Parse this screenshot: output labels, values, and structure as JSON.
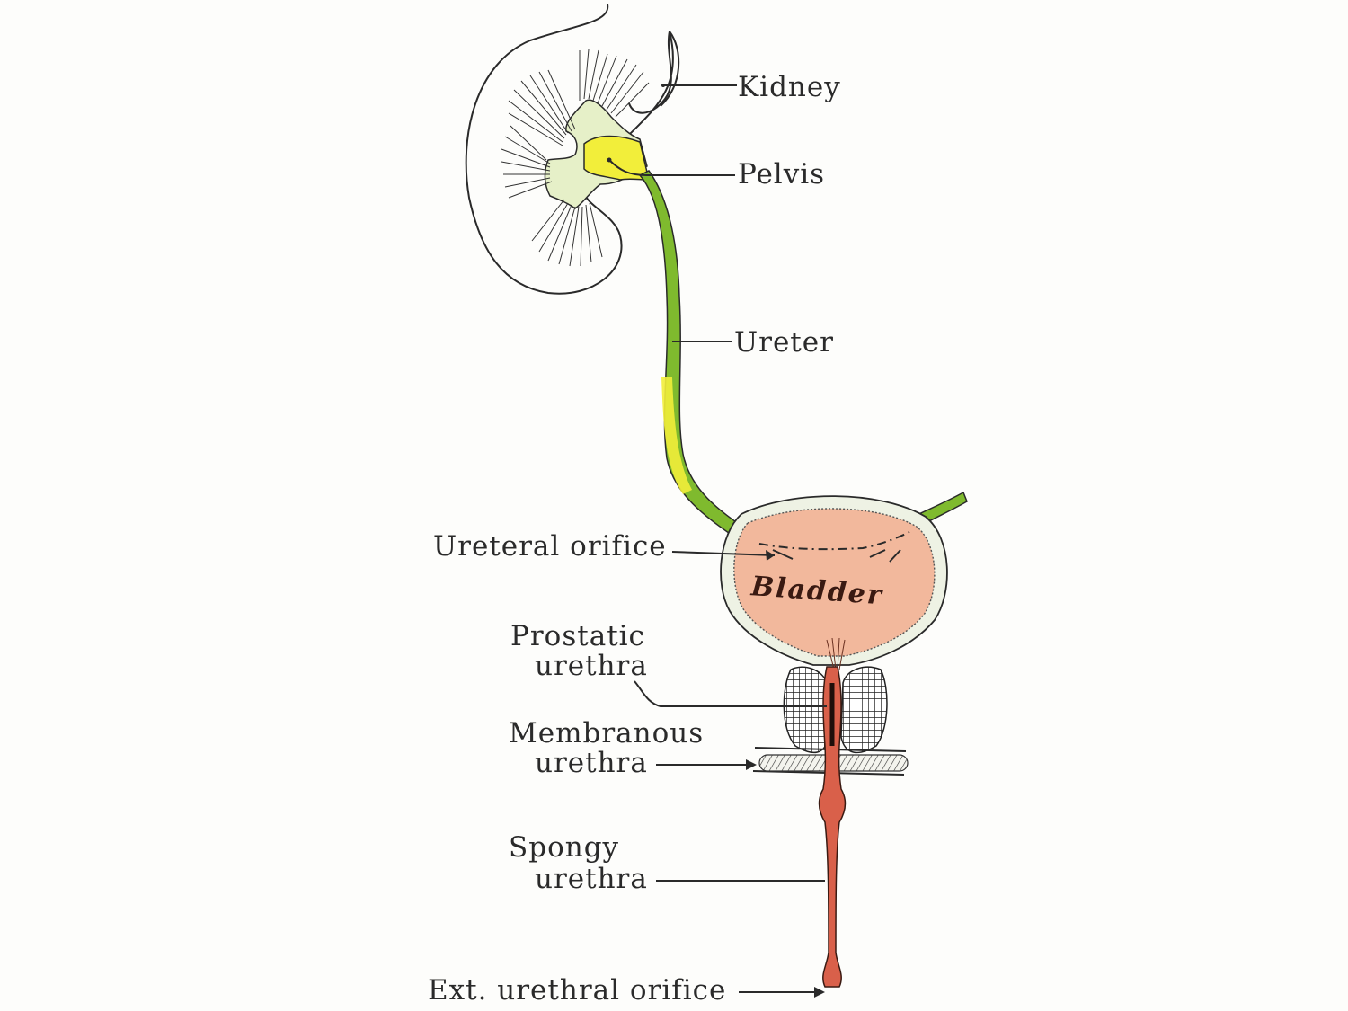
{
  "labels": {
    "kidney": "Kidney",
    "pelvis": "Pelvis",
    "ureter": "Ureter",
    "ureteral_orifice": "Ureteral orifice",
    "bladder": "Bladder",
    "prostatic_1": "Prostatic",
    "prostatic_2": "urethra",
    "membranous_1": "Membranous",
    "membranous_2": "urethra",
    "spongy_1": "Spongy",
    "spongy_2": "urethra",
    "ext_orifice": "Ext. urethral orifice"
  },
  "colors": {
    "ureter_green": "#7fba2e",
    "pelvis_yellow": "#f2ee3a",
    "calyx_pale": "#e6f0c8",
    "bladder_pink": "#f2b89c",
    "urethra_red": "#d9604a",
    "outline": "#2a2a2a"
  }
}
